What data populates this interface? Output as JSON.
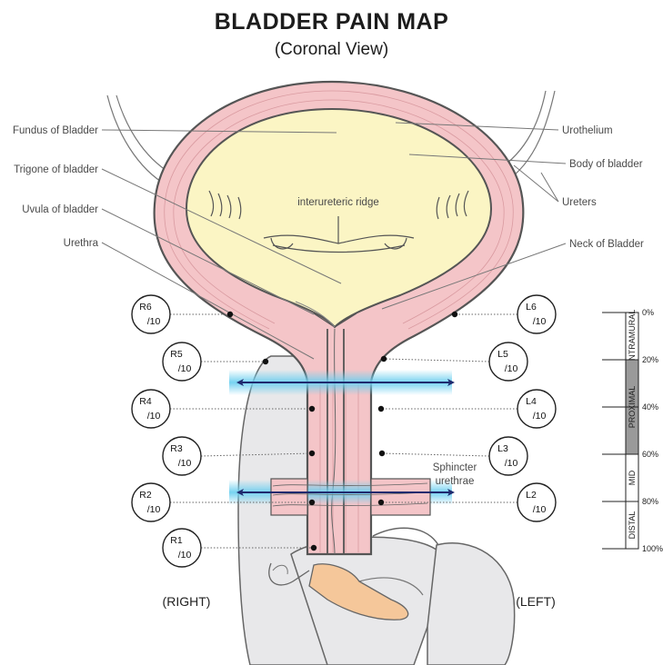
{
  "title": "BLADDER PAIN MAP",
  "subtitle": "(Coronal View)",
  "anatomy_labels": {
    "fundus": "Fundus of Bladder",
    "trigone": "Trigone of bladder",
    "uvula": "Uvula of bladder",
    "urethra": "Urethra",
    "urothelium": "Urothelium",
    "body": "Body of bladder",
    "ureters": "Ureters",
    "neck": "Neck of Bladder",
    "ridge": "interureteric ridge",
    "sphincter_line1": "Sphincter",
    "sphincter_line2": "urethrae"
  },
  "right_points": [
    {
      "id": "R6",
      "score": "/10"
    },
    {
      "id": "R5",
      "score": "/10"
    },
    {
      "id": "R4",
      "score": "/10"
    },
    {
      "id": "R3",
      "score": "/10"
    },
    {
      "id": "R2",
      "score": "/10"
    },
    {
      "id": "R1",
      "score": "/10"
    }
  ],
  "left_points": [
    {
      "id": "L6",
      "score": "/10"
    },
    {
      "id": "L5",
      "score": "/10"
    },
    {
      "id": "L4",
      "score": "/10"
    },
    {
      "id": "L3",
      "score": "/10"
    },
    {
      "id": "L2",
      "score": "/10"
    }
  ],
  "side_labels": {
    "right": "(RIGHT)",
    "left": "(LEFT)"
  },
  "scale": {
    "percentages": [
      "0%",
      "20%",
      "40%",
      "60%",
      "80%",
      "100%"
    ],
    "segments": [
      "INTRAMURAL",
      "PROXIMAL",
      "MID",
      "DISTAL"
    ]
  },
  "colors": {
    "wall": "#f4c5c8",
    "lumen": "#fbf5c4",
    "outline": "#555555",
    "highlight": "#6fd0f0",
    "arrow": "#1f2a6e",
    "glove": "#e8e8ea",
    "nail": "#f5c79a",
    "scale_dark": "#9a9a9a"
  }
}
